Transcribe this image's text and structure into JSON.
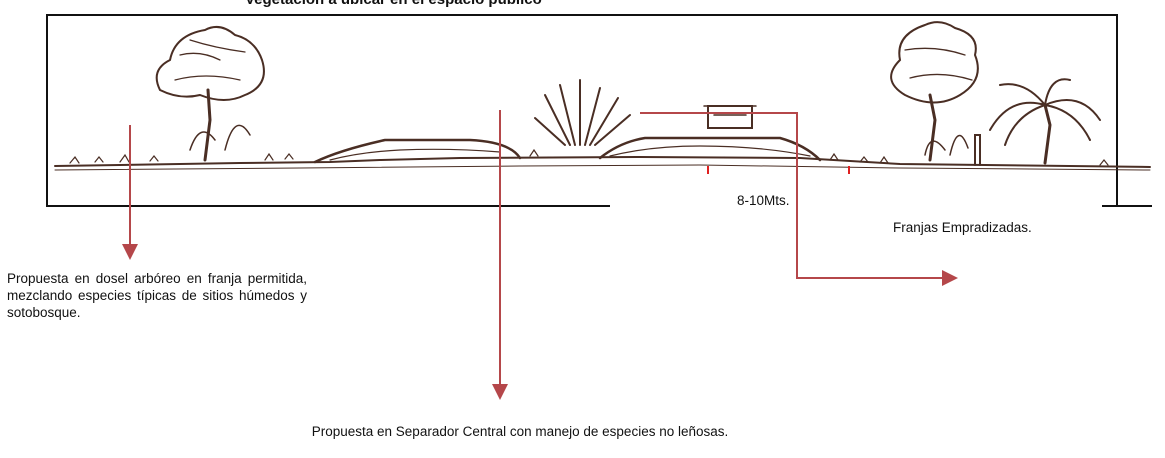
{
  "title": "Vegetación a ubicar en el espacio público",
  "dimension_label": "8-10Mts.",
  "labels": {
    "franjas": "Franjas Empradizadas.",
    "dosel": "Propuesta en dosel arbóreo en franja permitida, mezclando especies típicas de sitios húmedos y sotobosque.",
    "separador": "Propuesta en Separador Central con manejo de especies no leñosas."
  },
  "colors": {
    "arrow": "#b5474a",
    "ink": "#4a2e24",
    "tick": "#e02020"
  }
}
